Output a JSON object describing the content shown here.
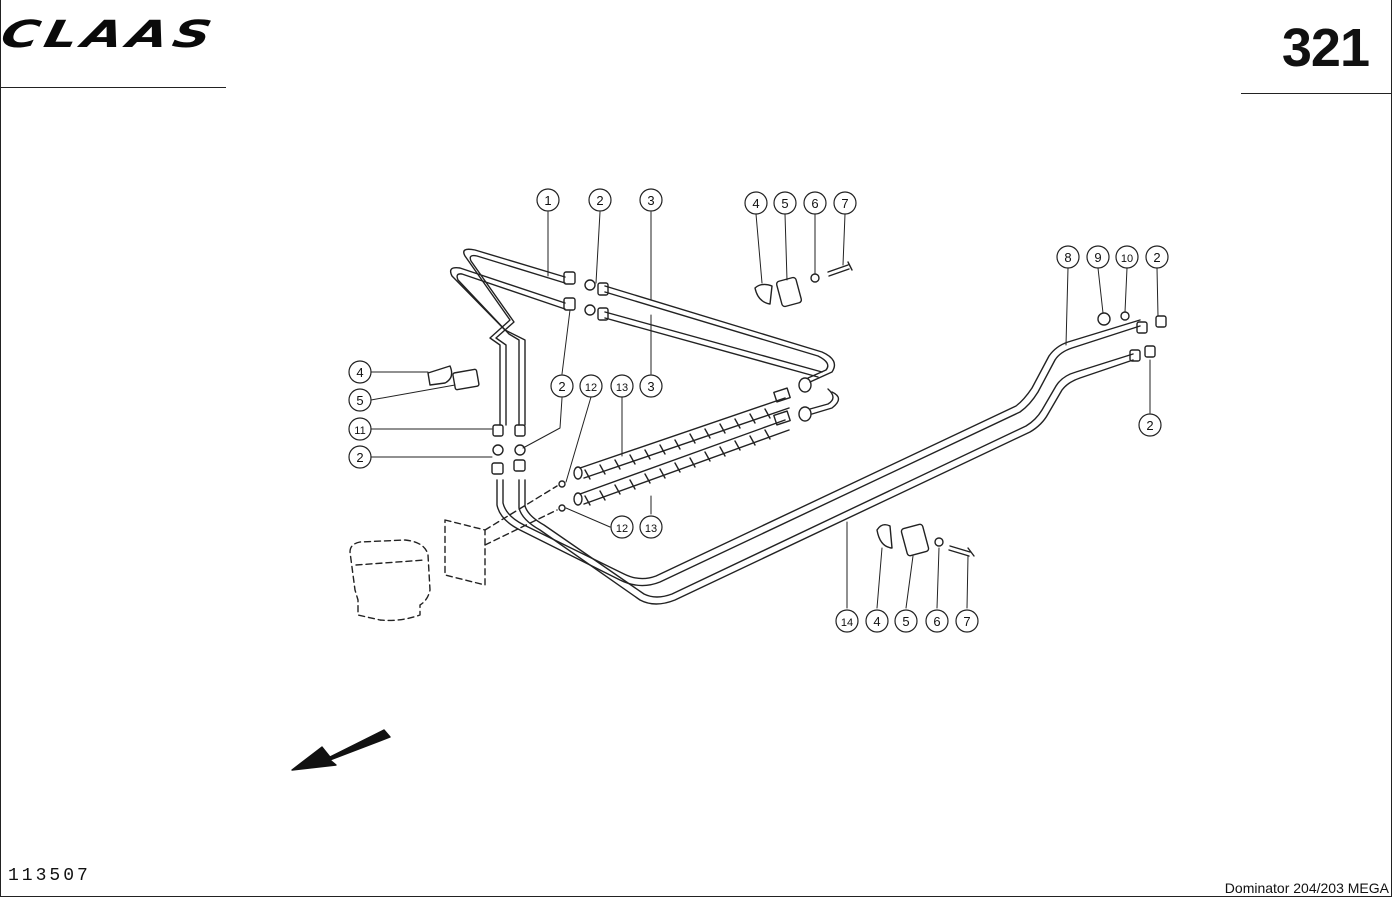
{
  "header": {
    "brand": "CLAAS",
    "page_number": "321"
  },
  "footer": {
    "document_number": "113507",
    "model": "Dominator 204/203 MEGA"
  },
  "callouts": [
    "1",
    "2",
    "3",
    "4",
    "5",
    "6",
    "7",
    "8",
    "9",
    "10",
    "2",
    "4",
    "5",
    "11",
    "2",
    "2",
    "12",
    "13",
    "3",
    "2",
    "12",
    "13",
    "14",
    "4",
    "5",
    "6",
    "7"
  ]
}
